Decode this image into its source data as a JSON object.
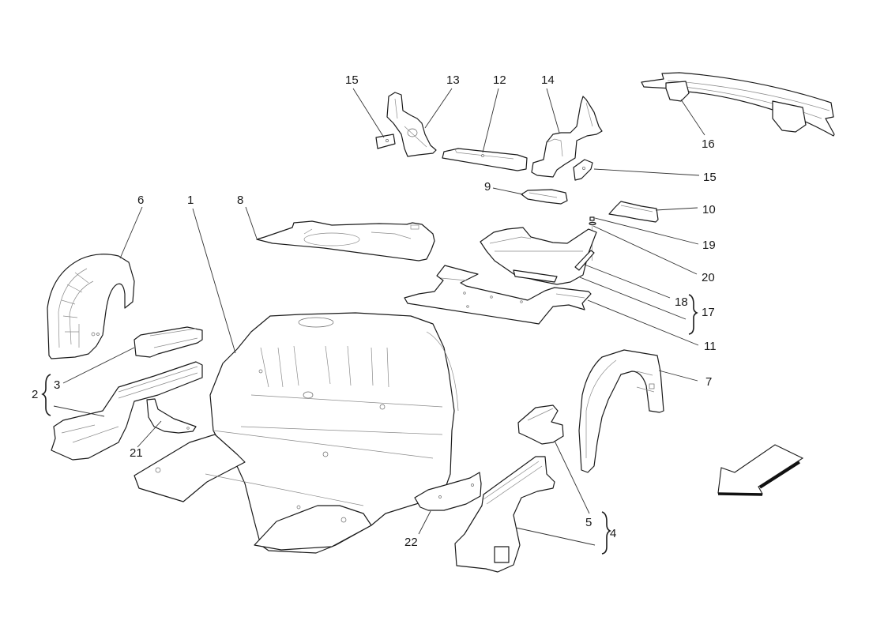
{
  "diagram": {
    "type": "exploded-parts-view",
    "subject": "rear body structure / underbody panels",
    "line_color": "#1a1a1a",
    "background": "#ffffff",
    "callouts": [
      {
        "id": "1",
        "label": "1",
        "part": "rear floor / body shell assembly"
      },
      {
        "id": "2",
        "label": "2",
        "part": "left rear longitudinal member assembly (group)"
      },
      {
        "id": "3",
        "label": "3",
        "part": "left rear longitudinal member section"
      },
      {
        "id": "4",
        "label": "4",
        "part": "right rear longitudinal member assembly (group)"
      },
      {
        "id": "5",
        "label": "5",
        "part": "right rear longitudinal member section"
      },
      {
        "id": "6",
        "label": "6",
        "part": "left rear wheelhouse"
      },
      {
        "id": "7",
        "label": "7",
        "part": "right rear wheelhouse"
      },
      {
        "id": "8",
        "label": "8",
        "part": "rear parcel shelf panel"
      },
      {
        "id": "9",
        "label": "9",
        "part": "small bracket panel"
      },
      {
        "id": "10",
        "label": "10",
        "part": "small bracket panel"
      },
      {
        "id": "11",
        "label": "11",
        "part": "floor cross panel"
      },
      {
        "id": "12",
        "label": "12",
        "part": "cross member"
      },
      {
        "id": "13",
        "label": "13",
        "part": "left rear pillar reinforcement"
      },
      {
        "id": "14",
        "label": "14",
        "part": "right rear pillar reinforcement"
      },
      {
        "id": "15",
        "label": "15",
        "part": "small reinforcement plate"
      },
      {
        "id": "16",
        "label": "16",
        "part": "rear bumper beam"
      },
      {
        "id": "17",
        "label": "17",
        "part": "spare wheel tub assembly (group)"
      },
      {
        "id": "18",
        "label": "18",
        "part": "tub bracket"
      },
      {
        "id": "19",
        "label": "19",
        "part": "bolt"
      },
      {
        "id": "20",
        "label": "20",
        "part": "washer"
      },
      {
        "id": "21",
        "label": "21",
        "part": "left bracket"
      },
      {
        "id": "22",
        "label": "22",
        "part": "right bracket"
      }
    ],
    "groups": [
      {
        "label": "2",
        "members": [
          "3"
        ]
      },
      {
        "label": "4",
        "members": [
          "5"
        ]
      },
      {
        "label": "17",
        "members": [
          "18"
        ]
      }
    ],
    "direction_arrow": {
      "icon": "direction-arrow-icon",
      "points": "front-left / down-left"
    }
  }
}
